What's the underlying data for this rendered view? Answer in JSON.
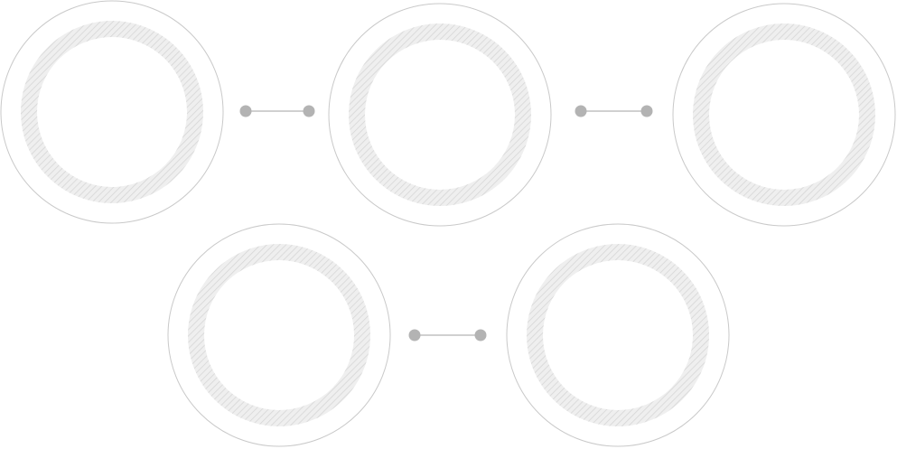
{
  "diagram": {
    "nodes": [
      {
        "id": "node-1",
        "row": 1,
        "label": ""
      },
      {
        "id": "node-2",
        "row": 1,
        "label": ""
      },
      {
        "id": "node-3",
        "row": 1,
        "label": ""
      },
      {
        "id": "node-4",
        "row": 2,
        "label": ""
      },
      {
        "id": "node-5",
        "row": 2,
        "label": ""
      }
    ],
    "connectors": [
      {
        "from": "node-1",
        "to": "node-2"
      },
      {
        "from": "node-2",
        "to": "node-3"
      },
      {
        "from": "node-4",
        "to": "node-5"
      }
    ],
    "colors": {
      "outer_ring": "#c9c9c9",
      "hatch_band": "#e2e2e2",
      "hatch_line": "#cfcfcf",
      "connector": "#b3b3b3",
      "background": "#ffffff"
    }
  }
}
